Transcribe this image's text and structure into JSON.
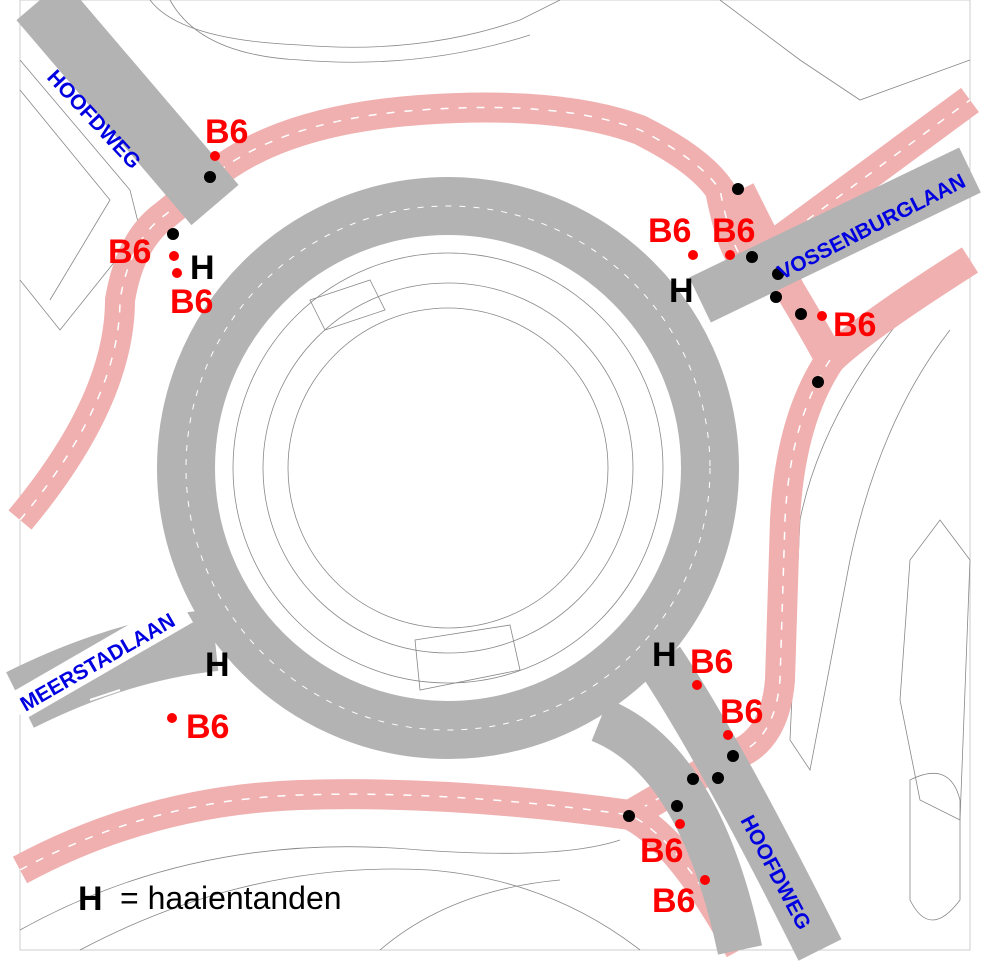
{
  "map": {
    "streets": {
      "hoofdweg_nw": "HOOFDWEG",
      "vossenburglaan": "VOSSENBURGLAAN",
      "meerstadlaan": "MEERSTADLAAN",
      "hoofdweg_se": "HOOFDWEG"
    },
    "sign_label": "B6",
    "yield_marker": "H",
    "legend": {
      "symbol": "H",
      "text": "= haaientanden"
    },
    "colors": {
      "road": "#b3b3b3",
      "cycle_path": "#f0b0b0",
      "street_label": "#0000e0",
      "sign": "#ff0000"
    }
  }
}
